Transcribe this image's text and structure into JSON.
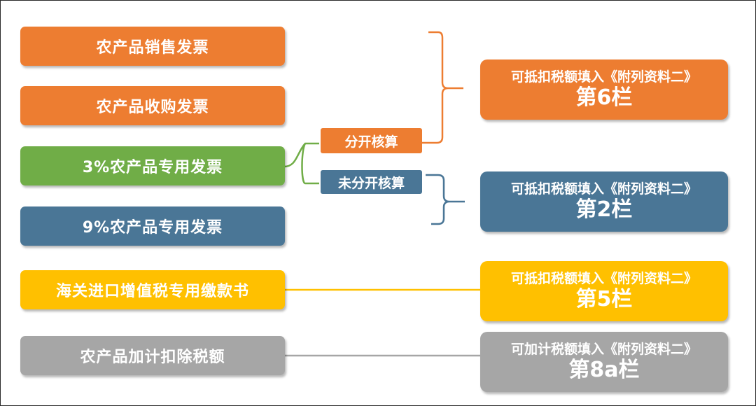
{
  "colors": {
    "orange": "#ed7d31",
    "green": "#70ad47",
    "blue": "#4a7696",
    "yellow": "#ffc000",
    "gray": "#a6a6a6"
  },
  "sources": [
    {
      "label": "农产品销售发票"
    },
    {
      "label": "农产品收购发票"
    },
    {
      "label": "3%农产品专用发票"
    },
    {
      "label": "9%农产品专用发票"
    },
    {
      "label": "海关进口增值税专用缴款书"
    },
    {
      "label": "农产品加计扣除税额"
    }
  ],
  "tags": [
    {
      "label": "分开核算"
    },
    {
      "label": "未分开核算"
    }
  ],
  "destinations": [
    {
      "line1": "可抵扣税额填入《附列资料二》",
      "line2": "第6栏"
    },
    {
      "line1": "可抵扣税额填入《附列资料二》",
      "line2": "第2栏"
    },
    {
      "line1": "可抵扣税额填入《附列资料二》",
      "line2": "第5栏"
    },
    {
      "line1": "可加计税额填入《附列资料二》",
      "line2": "第8a栏"
    }
  ]
}
